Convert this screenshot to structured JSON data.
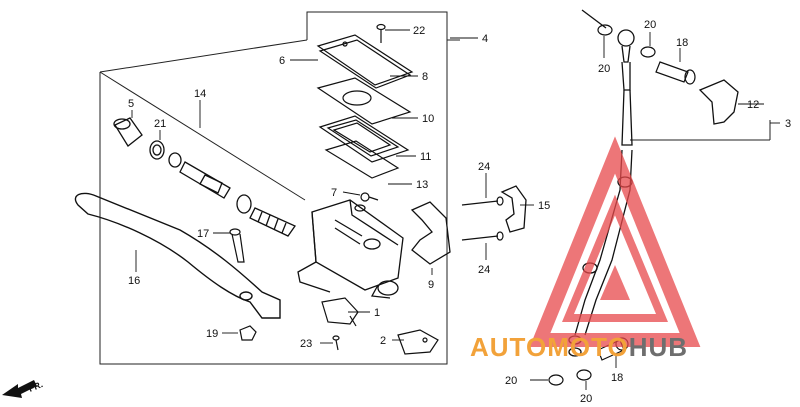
{
  "diagram": {
    "callouts": [
      "22",
      "4",
      "6",
      "8",
      "10",
      "11",
      "13",
      "7",
      "5",
      "21",
      "14",
      "15",
      "24",
      "24",
      "17",
      "16",
      "9",
      "1",
      "19",
      "23",
      "2",
      "20",
      "20",
      "18",
      "12",
      "3",
      "20",
      "20",
      "18"
    ],
    "direction_label": "FR."
  },
  "watermark": {
    "brand_part1": "AUTOMOTO",
    "brand_part2": "HUB",
    "color_red": "#e8494b",
    "color_orange": "#f2a23a",
    "color_gray": "#6e6e6e"
  }
}
